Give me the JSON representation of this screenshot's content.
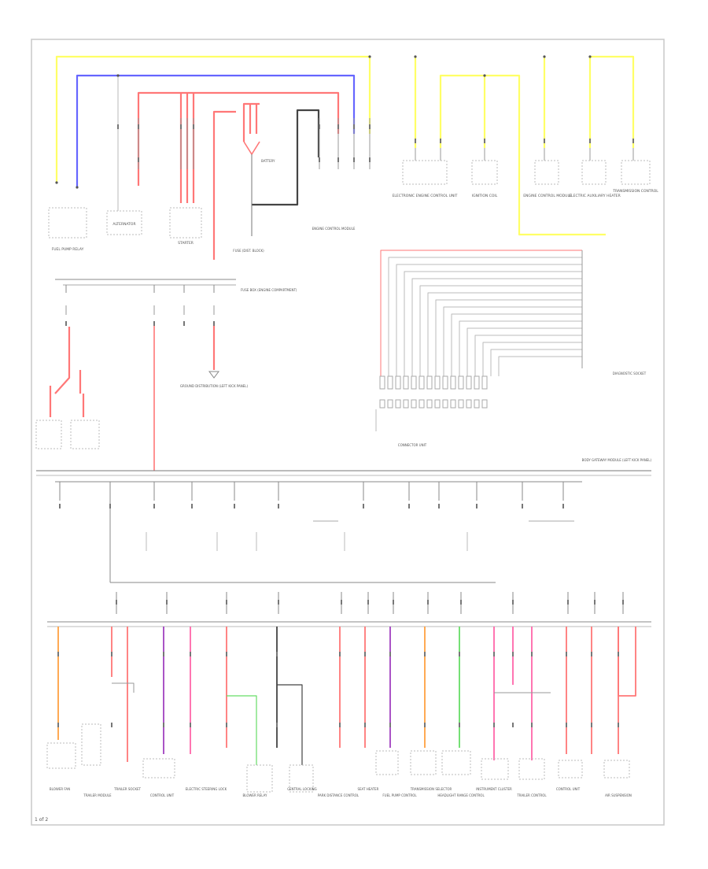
{
  "diagram": {
    "page_number": "1 of 2",
    "wire_colors": {
      "yellow": "#ffff66",
      "blue": "#6666ff",
      "red": "#ff7777",
      "black": "#444444",
      "purple": "#a040c0",
      "orange": "#ffa040",
      "green": "#66dd66",
      "pink": "#ff66aa",
      "gray": "#b8b8b8"
    },
    "top_components": [
      "FUEL PUMP RELAY",
      "ALTERNATOR",
      "STARTER",
      "BATTERY",
      "FUSE (DIST. BLOCK)",
      "ELECTRONIC ENGINE CONTROL UNIT",
      "IGNITION COIL",
      "ENGINE CONTROL MODULE",
      "ELECTRIC AUXILIARY HEATER",
      "TRANSMISSION CONTROL"
    ],
    "mid_labels": {
      "fuse_block_main": "FUSE BOX (ENGINE COMPARTMENT)",
      "ground": "GROUND DISTRIBUTION (LEFT KICK PANEL)",
      "connector_block": "CONNECTOR UNIT",
      "bus": "BODY GATEWAY MODULE (LEFT KICK PANEL)",
      "side_connector": "DIAGNOSTIC SOCKET"
    },
    "bottom_components": [
      "BLOWER FAN",
      "TRAILER MODULE",
      "TRAILER SOCKET",
      "CONTROL UNIT",
      "ELECTRIC STEERING LOCK",
      "BLOWER RELAY",
      "CENTRAL LOCKING",
      "PARK DISTANCE CONTROL",
      "SEAT HEATER",
      "FUEL PUMP CONTROL",
      "TRANSMISSION SELECTOR",
      "HEADLIGHT RANGE CONTROL",
      "INSTRUMENT CLUSTER",
      "TRAILER CONTROL",
      "CONTROL UNIT",
      "AIR SUSPENSION"
    ]
  }
}
